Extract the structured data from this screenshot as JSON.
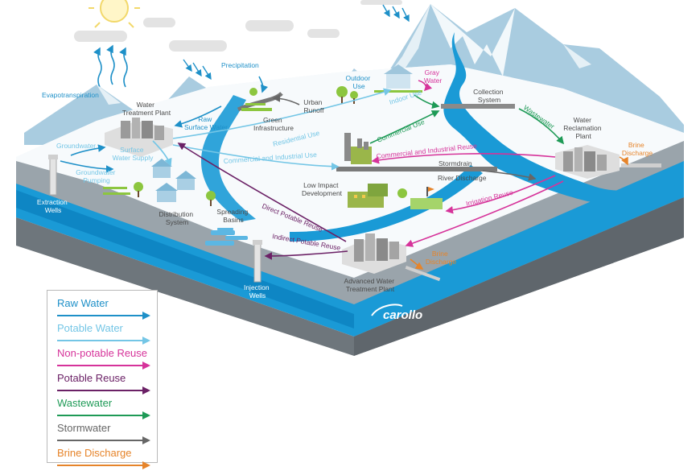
{
  "labels": {
    "evapotranspiration": "Evapotranspiration",
    "precipitation": "Precipitation",
    "urban_runoff": [
      "Urban",
      "Runoff"
    ],
    "green_infrastructure": [
      "Green",
      "Infrastructure"
    ],
    "outdoor_use": [
      "Outdoor",
      "Use"
    ],
    "gray_water": [
      "Gray",
      "Water"
    ],
    "indoor_use": "Indoor Use",
    "collection_system": [
      "Collection",
      "System"
    ],
    "water_treatment_plant": [
      "Water",
      "Treatment Plant"
    ],
    "raw_surface_water": [
      "Raw",
      "Surface Water"
    ],
    "groundwater": "Groundwater",
    "surface_water_supply": [
      "Surface",
      "Water Supply"
    ],
    "residential_use": "Residential Use",
    "commercial_use": "Commercial Use",
    "wastewater": "Wastewater",
    "water_reclamation_plant": [
      "Water",
      "Reclamation",
      "Plant"
    ],
    "brine_discharge_top": [
      "Brine",
      "Discharge"
    ],
    "commercial_industrial_use": "Commercial and Industrial Use",
    "commercial_industrial_reuse": "Commercial and Industrial Reuse",
    "stormdrain": "Stormdrain",
    "river_discharge": "River Discharge",
    "groundwater_pumping": [
      "Groundwater",
      "Pumping"
    ],
    "extraction_wells": [
      "Extraction",
      "Wells"
    ],
    "low_impact_development": [
      "Low Impact",
      "Development"
    ],
    "irrigation_reuse": "Irrigation Reuse",
    "distribution_system": [
      "Distribution",
      "System"
    ],
    "spreading_basins": [
      "Spreading",
      "Basins"
    ],
    "direct_potable_reuse": "Direct Potable Reuse",
    "indirect_potable_reuse": "Indirect Potable Reuse",
    "advanced_water_treatment_plant": [
      "Advanced Water",
      "Treatment Plant"
    ],
    "brine_discharge_bottom": [
      "Brine",
      "Discharge"
    ],
    "injection_wells": [
      "Injection",
      "Wells"
    ]
  },
  "brand": {
    "name": "carollo",
    "color": "#ffffff"
  },
  "colors": {
    "raw_water": "#1e90c8",
    "potable_water": "#74c6e6",
    "non_potable_reuse": "#d6339a",
    "potable_reuse": "#6b2166",
    "wastewater": "#1e9a56",
    "stormwater": "#666666",
    "brine_discharge": "#e6842a",
    "river": "#1a9ad6",
    "mountain": "#a9cce0"
  },
  "legend": [
    {
      "label": "Raw Water",
      "color": "#1e90c8"
    },
    {
      "label": "Potable Water",
      "color": "#74c6e6"
    },
    {
      "label": "Non-potable Reuse",
      "color": "#d6339a"
    },
    {
      "label": "Potable Reuse",
      "color": "#6b2166"
    },
    {
      "label": "Wastewater",
      "color": "#1e9a56"
    },
    {
      "label": "Stormwater",
      "color": "#666666"
    },
    {
      "label": "Brine Discharge",
      "color": "#e6842a"
    }
  ]
}
